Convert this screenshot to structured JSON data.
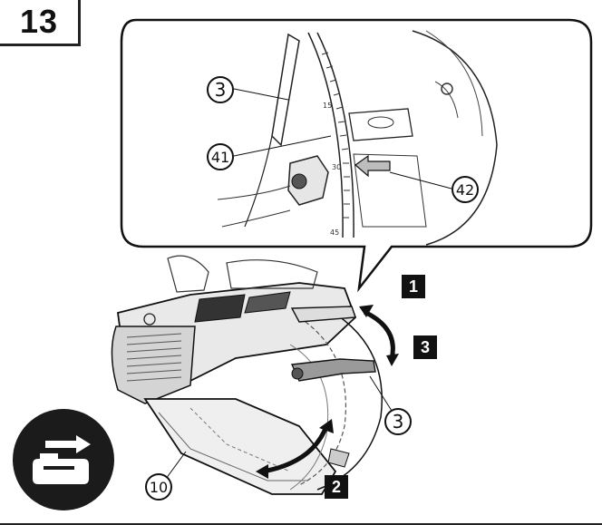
{
  "figure": {
    "number": "13"
  },
  "detail": {
    "callouts": [
      {
        "id": "c3",
        "label": "3"
      },
      {
        "id": "c41",
        "label": "41"
      },
      {
        "id": "c42",
        "label": "42"
      }
    ],
    "scale_ticks": [
      "15",
      "30",
      "45"
    ]
  },
  "main": {
    "callouts": [
      {
        "id": "c3b",
        "label": "3"
      },
      {
        "id": "c10",
        "label": "10"
      }
    ],
    "steps": [
      "1",
      "2",
      "3"
    ]
  },
  "colors": {
    "ink": "#111111",
    "shade": "#555555",
    "badge": "#1b1b1b"
  },
  "icons": [
    "battery-remove-icon",
    "arrow-left-icon",
    "bevel-arrow-icon"
  ]
}
